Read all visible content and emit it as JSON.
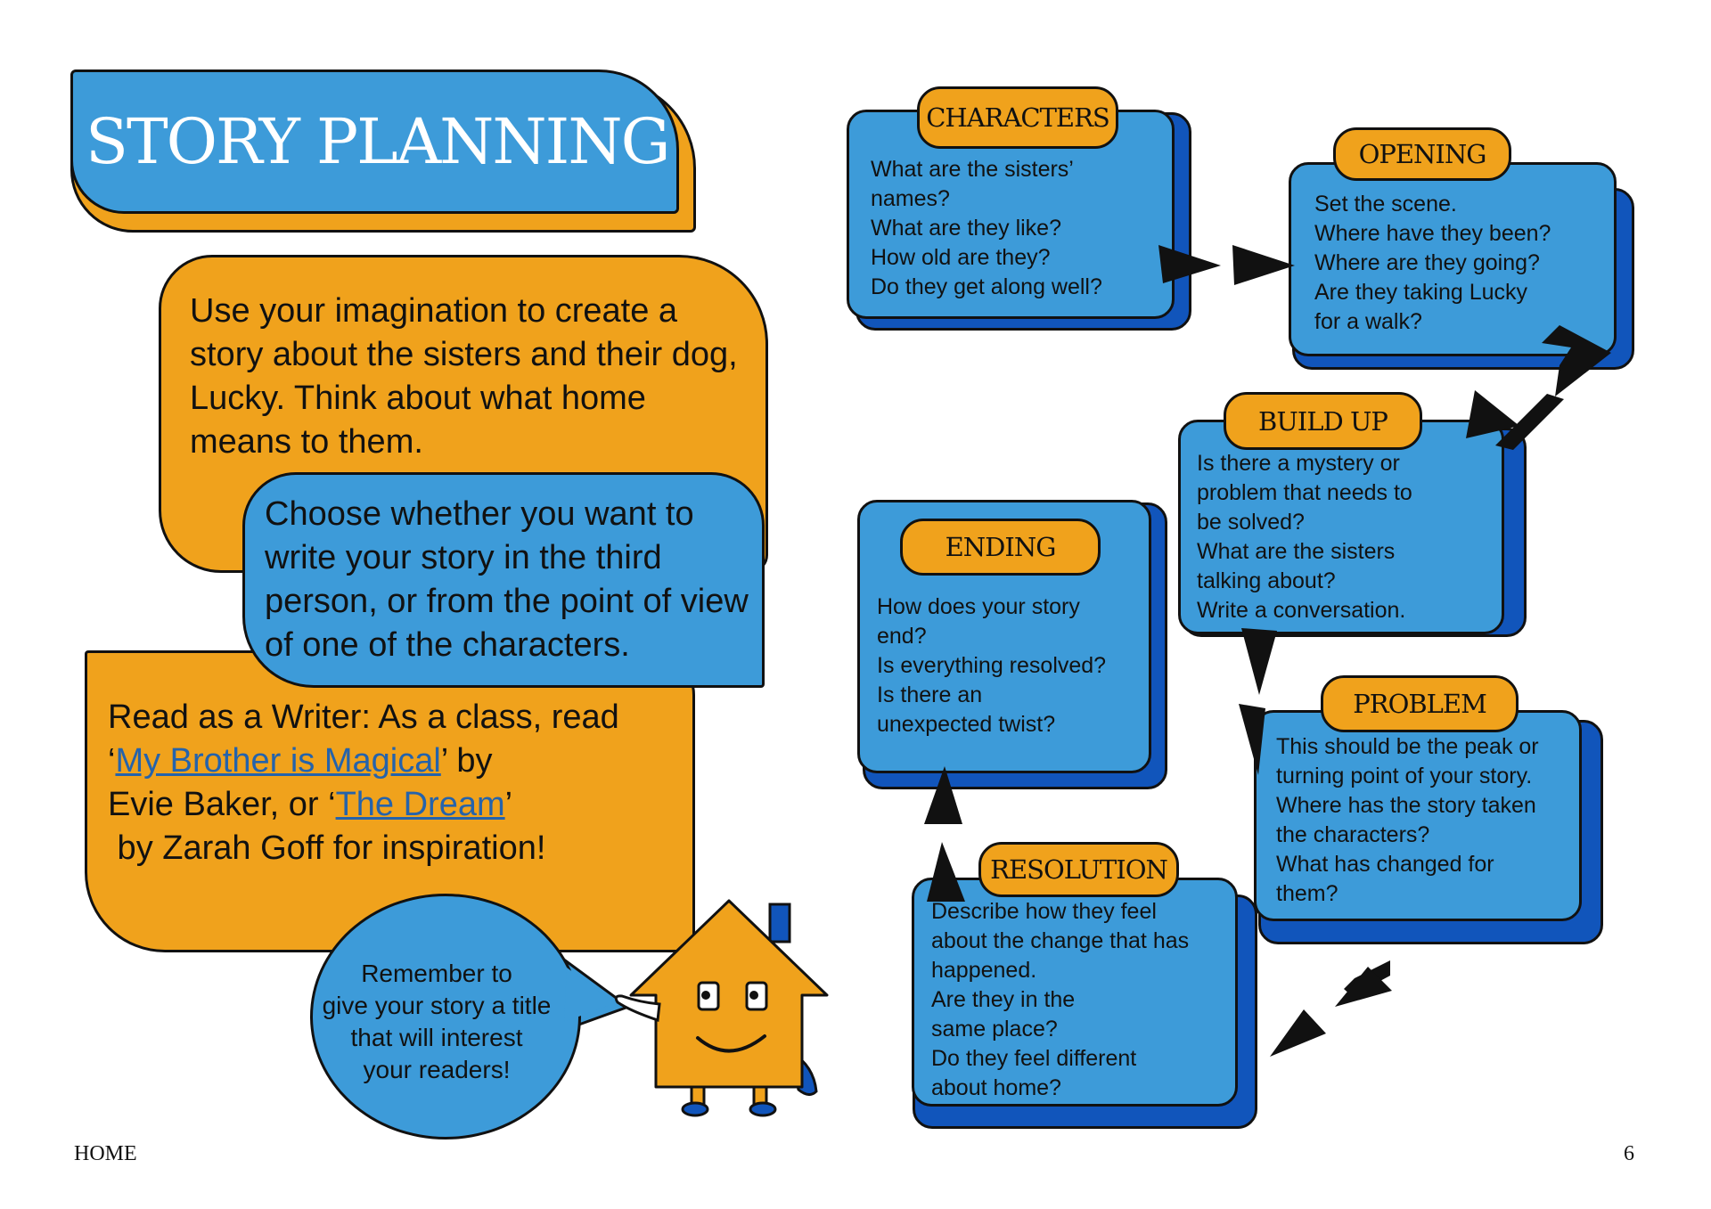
{
  "title": "STORY PLANNING",
  "intro": {
    "box1": "Use your imagination to create a story about the sisters and their dog, Lucky. Think about what home means to them.",
    "box2": "Choose whether you want to write your story in the third person, or from the point of view of one of the characters.",
    "box3": {
      "line1": "Read as a Writer: As a class, read",
      "quote_open1": "‘",
      "link1": "My Brother is Magical",
      "after_link1": "’ by",
      "line3": "Evie Baker, or ‘",
      "link2": "The Dream",
      "quote_close2": "’",
      "line4": " by Zarah Goff for inspiration!"
    }
  },
  "bubble": {
    "lines": [
      "Remember to",
      "give your story a title",
      "that will interest",
      "your readers!"
    ]
  },
  "cards": {
    "characters": {
      "tab": "CHARACTERS",
      "lines": [
        "What are the sisters’",
        "names?",
        "What are they like?",
        "How old are they?",
        "Do they get along well?"
      ]
    },
    "opening": {
      "tab": "OPENING",
      "lines": [
        "Set the scene.",
        "Where have they been?",
        "Where are they going?",
        "Are they taking Lucky",
        "for a walk?"
      ]
    },
    "build_up": {
      "tab": "BUILD UP",
      "lines": [
        "Is there a mystery or",
        "problem that needs to",
        "be solved?",
        "What are the sisters",
        "talking about?",
        "Write a conversation."
      ]
    },
    "problem": {
      "tab": "PROBLEM",
      "lines": [
        "This should be the peak or",
        "turning point of your story.",
        "Where has the story taken",
        "the characters?",
        "What has changed for",
        "them?"
      ]
    },
    "resolution": {
      "tab": "RESOLUTION",
      "lines": [
        "Describe how they feel",
        "about the change that has",
        "happened.",
        "Are they in the",
        "same place?",
        "Do they feel different",
        "about home?"
      ]
    },
    "ending": {
      "tab": "ENDING",
      "lines": [
        "How does your story",
        "end?",
        "Is everything resolved?",
        "Is there an",
        "unexpected twist?"
      ]
    }
  },
  "footer": {
    "left": "HOME",
    "page_number": "6"
  },
  "colors": {
    "orange": "#f0a21c",
    "blue": "#3d9bd9",
    "dark_blue": "#1155bb",
    "link": "#2563ab"
  }
}
